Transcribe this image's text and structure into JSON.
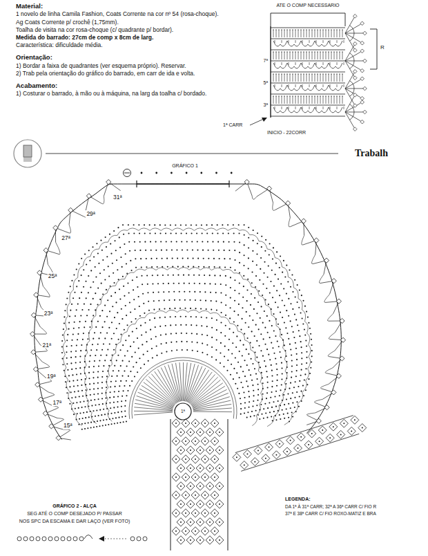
{
  "diagram": {
    "labels": [
      "Material:",
      "1 novelo de linha Camila Fashion, Coats Corrente na cor nº 54 (rosa-choque).",
      "Ag Coats Corrente p/ crochê (1,75mm).",
      "Toalha de visita na cor rosa-choque (c/ quadrante p/ bordar).",
      "Medida do barrado: 27cm de comp x 8cm de larg.",
      "Característica: dificuldade média.",
      "Orientação:",
      "1) Bordar a faixa de quadrantes (ver esquema próprio). Reservar.",
      "2) Trab pela orientação do gráfico do barrado, em carr de ida e volta.",
      "Acabamento:",
      "1) Costurar o barrado, à mão ou à máquina, na larg da toalha c/ bordado.",
      "ATE O COMP NECESSARIO",
      "7ª",
      "5ª",
      "3ª",
      "1ª CARR",
      "INICIO - 22CORR",
      "R",
      "Trabalh",
      "GRÁFICO 1",
      "31ª",
      "29ª",
      "27ª",
      "25ª",
      "23ª",
      "21ª",
      "19ª",
      "17ª",
      "15ª",
      "1ª",
      "GRÁFICO 2 - ALÇA",
      "SEG ATÉ O COMP DESEJADO P/ PASSAR",
      "NOS SPC DA ESCAMA E DAR LAÇO (VER FOTO)",
      "LEGENDA:",
      "DA 1ª À 31ª CARR; 32ª A 36ª CARR C/ FIO R",
      "37ª E 38ª CARR C/ FIO ROXO-MATIZ E BRA"
    ]
  }
}
